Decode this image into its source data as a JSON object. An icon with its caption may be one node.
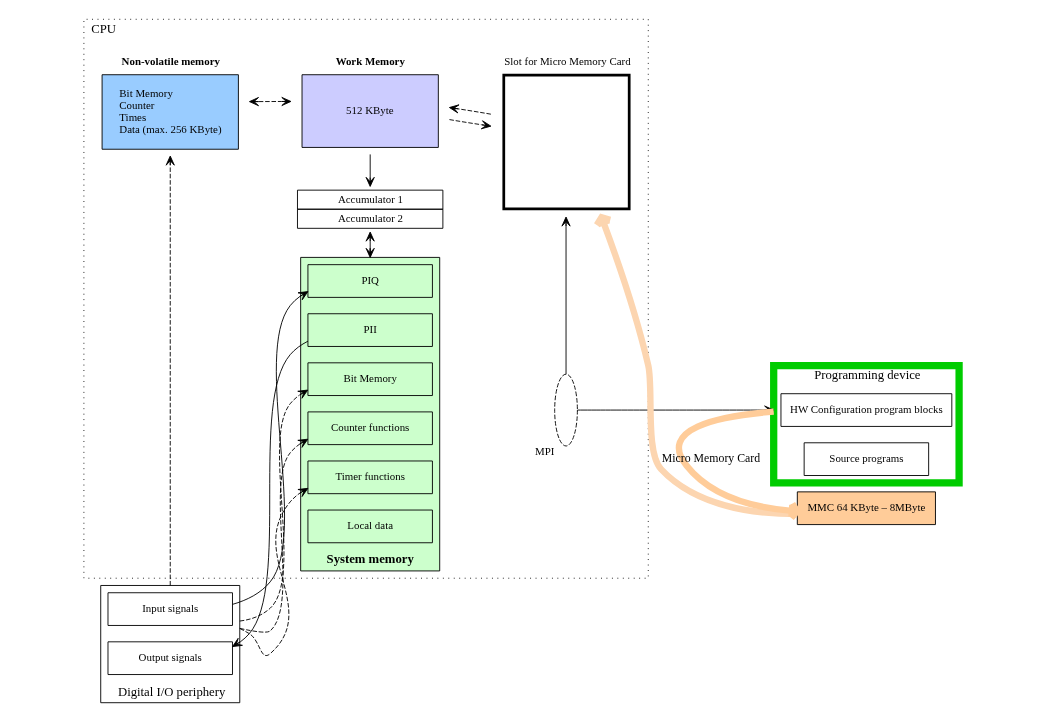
{
  "diagram": {
    "nodes": [
      {
        "text": [
          "CPU"
        ]
      },
      {
        "text": [
          "Non-volatile memory",
          "Bit Memory",
          "Counter",
          "Times",
          "Data (max. 256 KByte)"
        ],
        "in": 0
      },
      {
        "text": [
          "Work Memory",
          "512 KByte"
        ],
        "in": 0
      },
      {
        "text": [
          "Slot for Micro Memory Card"
        ],
        "in": 0
      },
      {
        "text": [
          "Accumulator 1",
          "Accumulator 2"
        ],
        "in": 0
      },
      {
        "text": [
          "System memory"
        ],
        "in": 0
      },
      {
        "text": [
          "PIQ"
        ],
        "in": 5
      },
      {
        "text": [
          "PII"
        ],
        "in": 5
      },
      {
        "text": [
          "Bit Memory"
        ],
        "in": 5
      },
      {
        "text": [
          "Counter functions"
        ],
        "in": 5
      },
      {
        "text": [
          "Timer functions"
        ],
        "in": 5
      },
      {
        "text": [
          "Local data"
        ],
        "in": 5
      },
      {
        "text": [
          "Digital I/O periphery"
        ]
      },
      {
        "text": [
          "Input signals"
        ],
        "in": 12
      },
      {
        "text": [
          "Output signals"
        ],
        "in": 12
      },
      {
        "text": [
          "MMC 64 KByte – 8MByte"
        ]
      },
      {
        "text": [
          "Programming device"
        ]
      },
      {
        "text": [
          "HW Configuration program blocks"
        ],
        "in": 16
      },
      {
        "text": [
          "Source programs"
        ],
        "in": 16
      },
      {
        "text": [
          "MPI"
        ],
        "in": 0
      }
    ],
    "edges": [
      {
        "from": 1,
        "to": 2,
        "arrow": "both",
        "style": "dashed"
      },
      {
        "from": 3,
        "to": 2,
        "arrow": "to",
        "style": "dashed"
      },
      {
        "from": 2,
        "to": 3,
        "arrow": "to",
        "style": "dashed"
      },
      {
        "from": 2,
        "to": 4,
        "arrow": "to"
      },
      {
        "from": 4,
        "to": 5,
        "arrow": "both"
      },
      {
        "from": 13,
        "to": 6,
        "arrow": "to"
      },
      {
        "from": 7,
        "to": 14,
        "arrow": "to"
      },
      {
        "from": 12,
        "to": 1,
        "arrow": "to",
        "style": "dashed"
      },
      {
        "from": 12,
        "to": 8,
        "arrow": "to",
        "style": "dashed"
      },
      {
        "from": 12,
        "to": 9,
        "arrow": "to",
        "style": "dashed"
      },
      {
        "from": 12,
        "to": 10,
        "arrow": "to",
        "style": "dashed"
      },
      {
        "from": 15,
        "to": 3,
        "arrow": "to",
        "style": "thick",
        "color": "#fcd5b0"
      },
      {
        "from": 16,
        "to": 15,
        "arrow": "to",
        "label": "Micro Memory Card",
        "style": "thick",
        "color": "#ffcc99"
      },
      {
        "from": 19,
        "to": 3,
        "arrow": "to"
      },
      {
        "from": 19,
        "to": 16,
        "arrow": "to"
      }
    ]
  }
}
